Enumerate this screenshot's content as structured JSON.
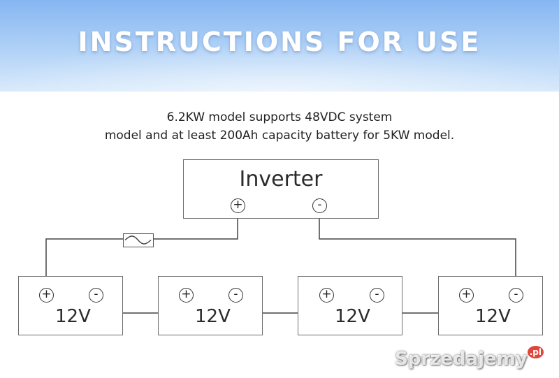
{
  "header": {
    "title": "INSTRUCTIONS FOR USE"
  },
  "caption": {
    "line1": "6.2KW model supports 48VDC system",
    "line2": "model and at least 200Ah capacity battery for 5KW model."
  },
  "inverter": {
    "label": "Inverter",
    "positive_symbol": "+",
    "negative_symbol": "-"
  },
  "batteries": [
    {
      "label": "12V",
      "positive_symbol": "+",
      "negative_symbol": "-"
    },
    {
      "label": "12V",
      "positive_symbol": "+",
      "negative_symbol": "-"
    },
    {
      "label": "12V",
      "positive_symbol": "+",
      "negative_symbol": "-"
    },
    {
      "label": "12V",
      "positive_symbol": "+",
      "negative_symbol": "-"
    }
  ],
  "fuse": {
    "icon": "fuse-icon"
  },
  "watermark": {
    "text": "Sprzedajemy",
    "suffix": ".pl"
  },
  "colors": {
    "banner_top": "#86b6f2",
    "banner_bottom": "#d7e9fb",
    "wire": "#444444",
    "box_border": "#6c6c6c"
  }
}
